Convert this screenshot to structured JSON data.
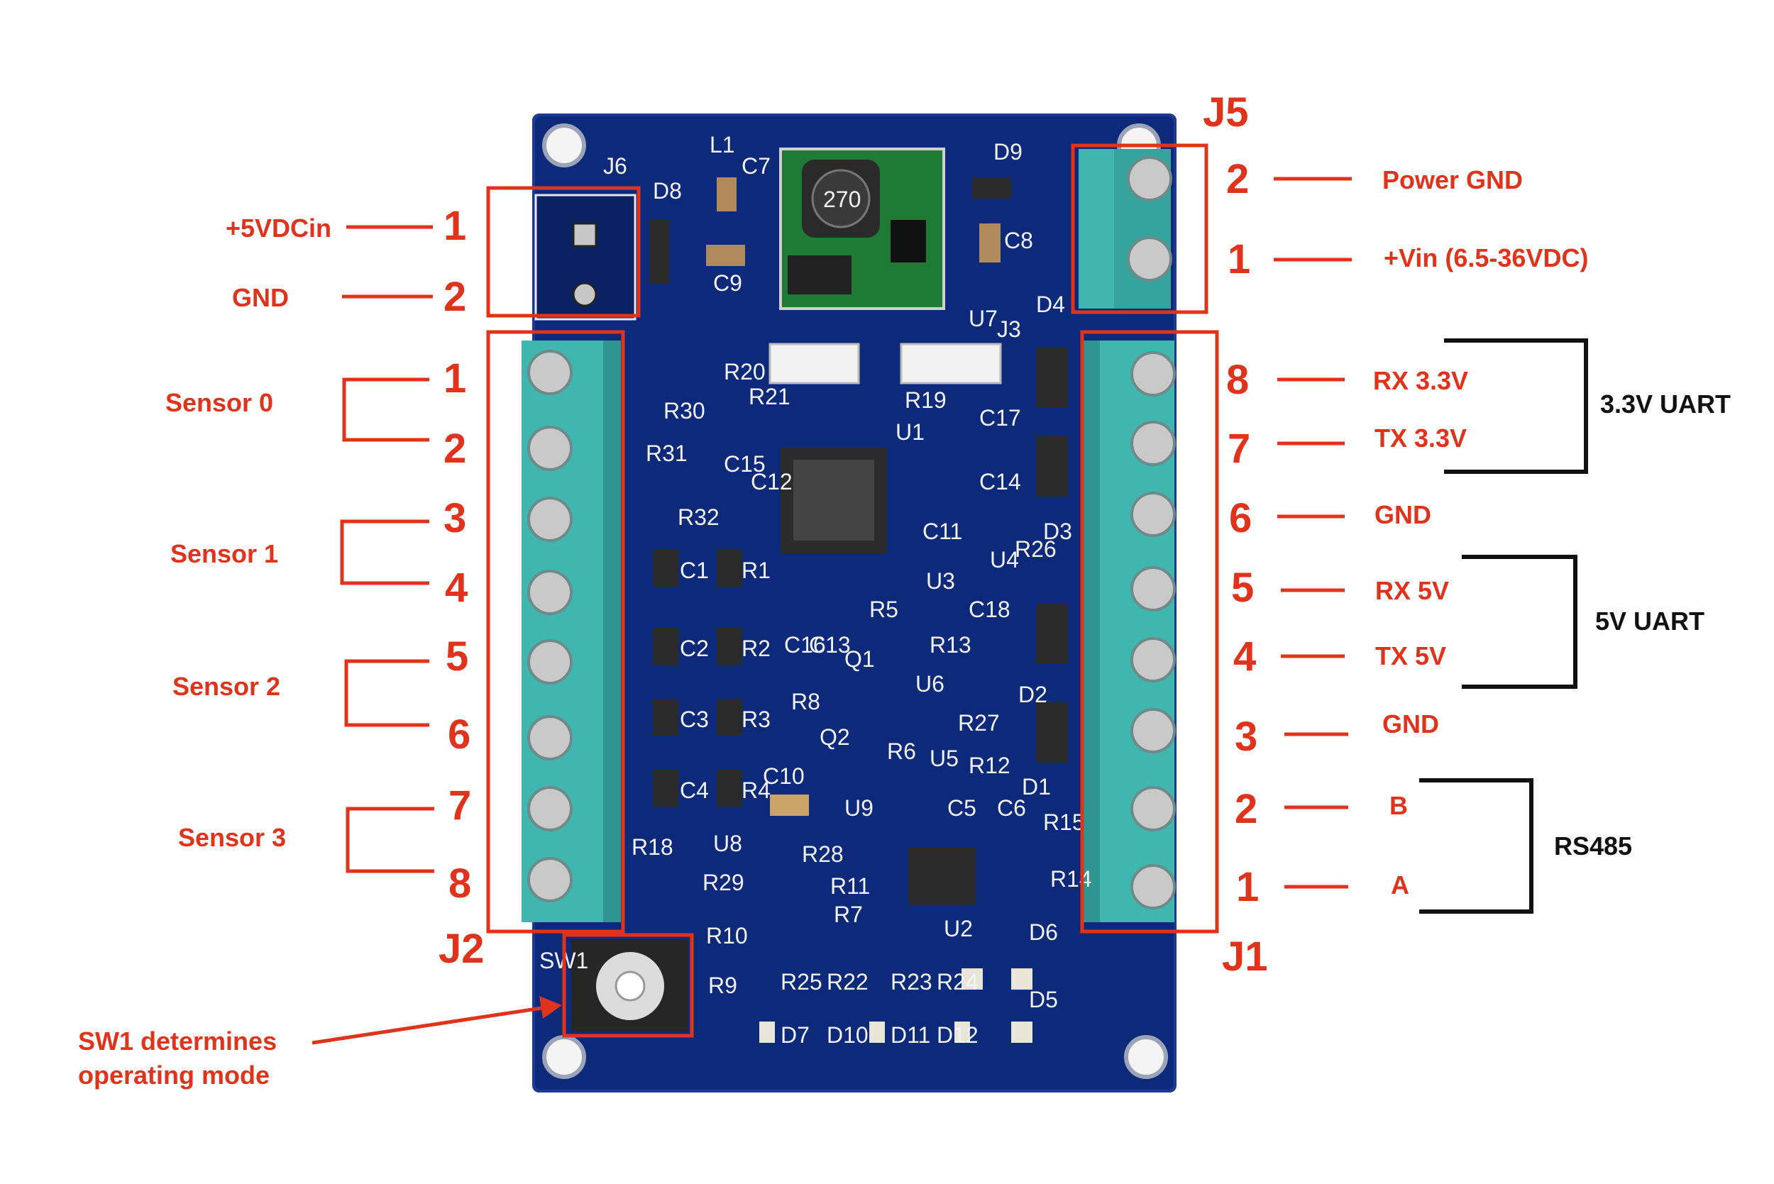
{
  "colors": {
    "annotation": "#e0331c",
    "bracket": "#111111",
    "pcb": "#0d2a7a",
    "terminal": "#3fb6b0",
    "module": "#1f7a35"
  },
  "connectors": {
    "j6": {
      "pins": [
        {
          "number": "1",
          "label": "+5VDCin"
        },
        {
          "number": "2",
          "label": "GND"
        }
      ]
    },
    "j5": {
      "name": "J5",
      "pins": [
        {
          "number": "2",
          "label": "Power GND"
        },
        {
          "number": "1",
          "label": "+Vin (6.5-36VDC)"
        }
      ]
    },
    "j2": {
      "name": "J2",
      "pins": [
        "1",
        "2",
        "3",
        "4",
        "5",
        "6",
        "7",
        "8"
      ],
      "groups": [
        "Sensor 0",
        "Sensor 1",
        "Sensor 2",
        "Sensor 3"
      ]
    },
    "j1": {
      "name": "J1",
      "pins": [
        {
          "number": "8",
          "label": "RX 3.3V"
        },
        {
          "number": "7",
          "label": "TX 3.3V"
        },
        {
          "number": "6",
          "label": "GND"
        },
        {
          "number": "5",
          "label": "RX 5V"
        },
        {
          "number": "4",
          "label": "TX 5V"
        },
        {
          "number": "3",
          "label": "GND"
        },
        {
          "number": "2",
          "label": "B"
        },
        {
          "number": "1",
          "label": "A"
        }
      ],
      "groups": [
        "3.3V UART",
        "5V UART",
        "RS485"
      ]
    }
  },
  "sw1_note": {
    "line1": "SW1 determines",
    "line2": "operating mode"
  },
  "silkscreen": {
    "j6": "J6",
    "d8": "D8",
    "c9": "C9",
    "l1": "L1",
    "c7": "C7",
    "d9": "D9",
    "c8": "C8",
    "d4": "D4",
    "u7": "U7",
    "j3": "J3",
    "r20": "R20",
    "r21": "R21",
    "r30": "R30",
    "r31": "R31",
    "r19": "R19",
    "c17": "C17",
    "u1": "U1",
    "c15": "C15",
    "c12": "C12",
    "c14": "C14",
    "r32": "R32",
    "c11": "C11",
    "r26": "R26",
    "d3": "D3",
    "u3": "U3",
    "u4": "U4",
    "c1": "C1",
    "r1": "R1",
    "c2": "C2",
    "r2": "R2",
    "c3": "C3",
    "r3": "R3",
    "c4": "C4",
    "r4": "R4",
    "c16": "C16",
    "c13": "C13",
    "r5": "R5",
    "c18": "C18",
    "q1": "Q1",
    "r13": "R13",
    "u6": "U6",
    "r8": "R8",
    "r27": "R27",
    "d2": "D2",
    "q2": "Q2",
    "r6": "R6",
    "u5": "U5",
    "r12": "R12",
    "c10": "C10",
    "u9": "U9",
    "c5": "C5",
    "c6": "C6",
    "d1": "D1",
    "r15": "R15",
    "r14": "R14",
    "r18": "R18",
    "u8": "U8",
    "r28": "R28",
    "r11": "R11",
    "r29": "R29",
    "r7": "R7",
    "u2": "U2",
    "r10": "R10",
    "d6": "D6",
    "r9": "R9",
    "r25": "R25",
    "r22": "R22",
    "r23": "R23",
    "r24": "R24",
    "d5": "D5",
    "d7": "D7",
    "d10": "D10",
    "d11": "D11",
    "d12": "D12",
    "sw1": "SW1",
    "inductor": "270"
  }
}
